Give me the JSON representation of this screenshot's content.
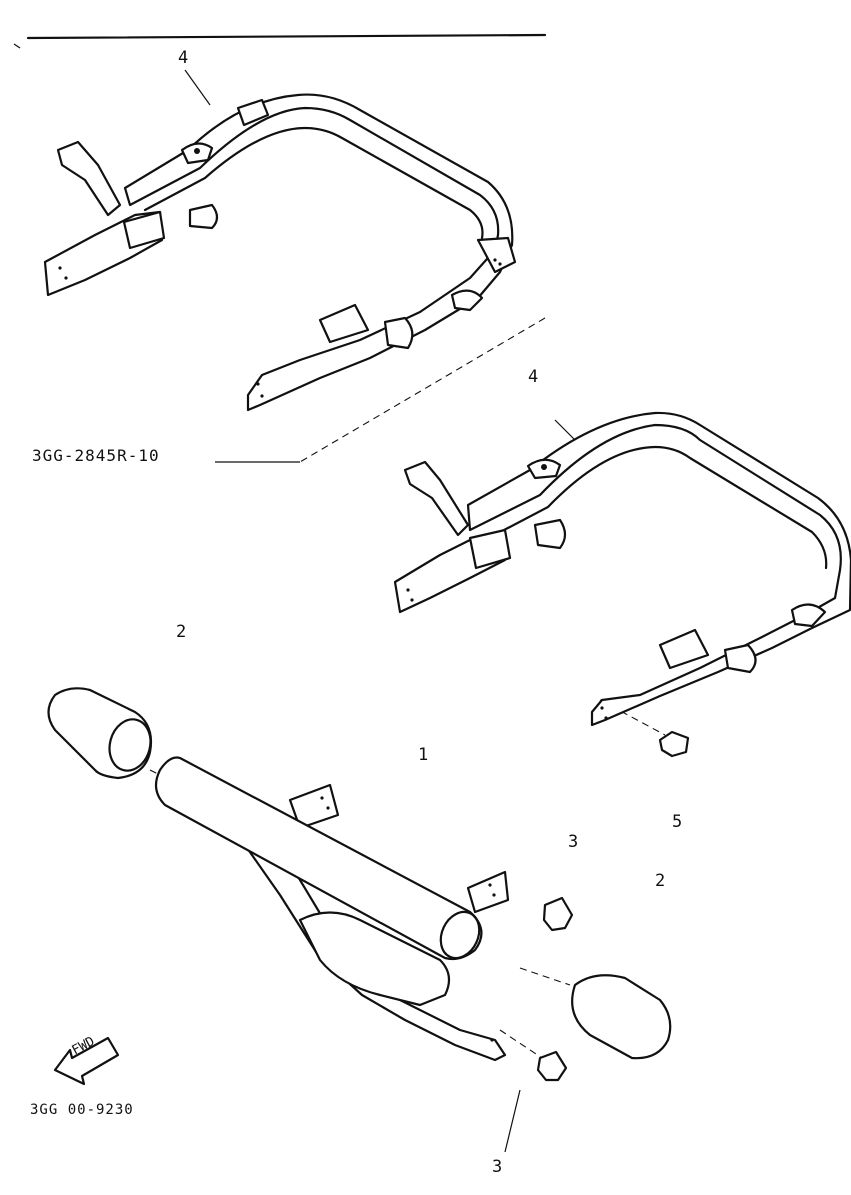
{
  "labels": {
    "top_rail_callout": "4",
    "bottom_rail_callout": "4",
    "left_grip_callout": "2",
    "right_grip_callout": "2",
    "bar_callout": "1",
    "bolt_upper_callout": "3",
    "bolt_lower_callout": "3",
    "screw_callout": "5"
  },
  "part_number_rail": "3GG-2845R-10",
  "fwd_label": "FWD",
  "drawing_code": "3GG 00-9230"
}
